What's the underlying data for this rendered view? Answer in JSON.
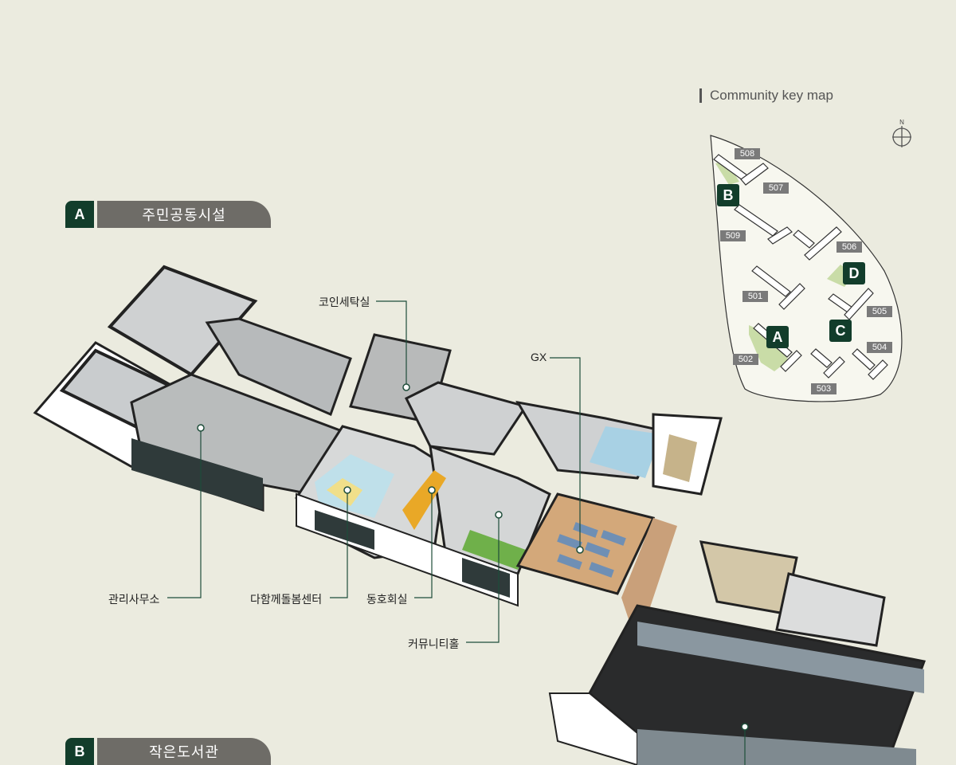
{
  "section_a": {
    "letter": "A",
    "name": "주민공동시설"
  },
  "section_b": {
    "letter": "B",
    "name": "작은도서관"
  },
  "keymap": {
    "title": "Community key map",
    "compass_label": "N",
    "buildings": [
      "508",
      "507",
      "509",
      "506",
      "501",
      "505",
      "502",
      "504",
      "503"
    ],
    "zones": [
      "A",
      "B",
      "C",
      "D"
    ],
    "colors": {
      "zone_marker": "#123d2b",
      "label_box": "#7a7a7a",
      "green": "#c9dca7"
    }
  },
  "callouts": {
    "coin_laundry": "코인세탁실",
    "gx": "GX",
    "management_office": "관리사무소",
    "childcare_center": "다함께돌봄센터",
    "club_room": "동호회실",
    "community_hall": "커뮤니티홀"
  }
}
